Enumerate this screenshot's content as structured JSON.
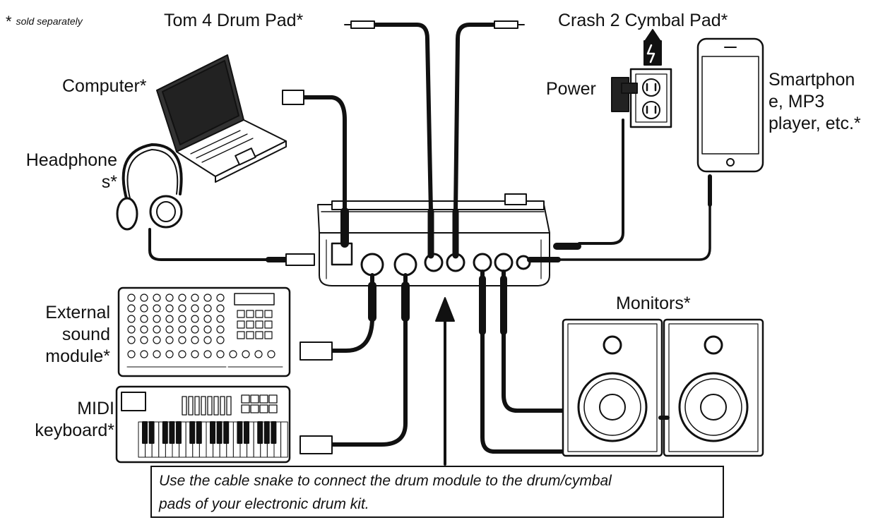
{
  "note": {
    "star": "*",
    "text": "sold separately"
  },
  "labels": {
    "tom4": "Tom 4 Drum Pad*",
    "crash2": "Crash 2 Cymbal Pad*",
    "computer": "Computer*",
    "power": "Power",
    "smartphone": [
      "Smartphon",
      "e, MP3",
      "player, etc.*"
    ],
    "headphones": [
      "Headphone",
      "s*"
    ],
    "external": [
      "External",
      "sound",
      "module*"
    ],
    "midi": [
      "MIDI",
      "keyboard*"
    ],
    "monitors": "Monitors*"
  },
  "callout": [
    "Use the cable snake to connect the drum module to the drum/cymbal",
    "pads of your electronic drum kit."
  ],
  "colors": {
    "line": "#111111",
    "bg": "#ffffff"
  }
}
